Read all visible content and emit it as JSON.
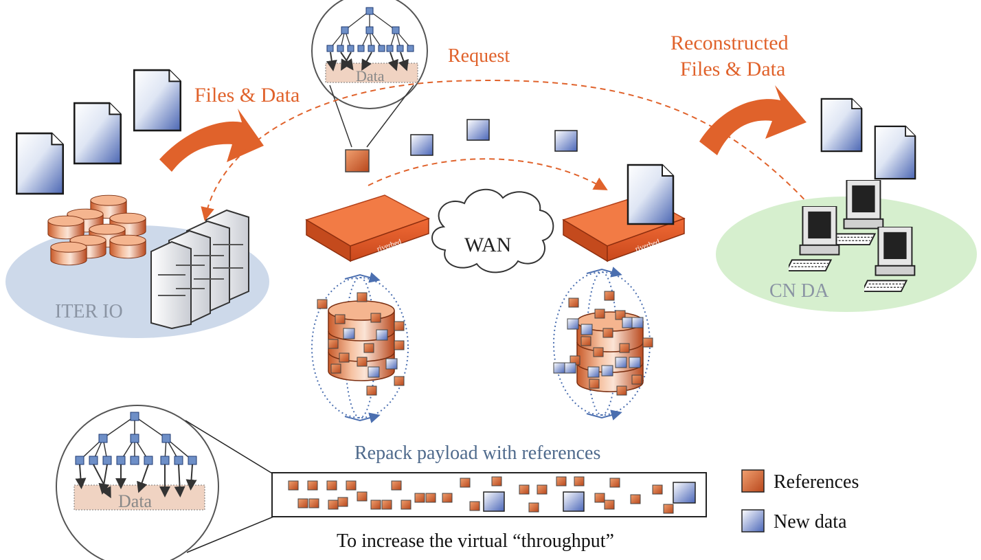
{
  "labels": {
    "files_data": "Files & Data",
    "request": "Request",
    "reconstructed_line1": "Reconstructed",
    "reconstructed_line2": "Files & Data",
    "wan": "WAN",
    "iter_io": "ITER  IO",
    "cn_da": "CN DA",
    "repack": "Repack payload with references",
    "throughput": "To increase the virtual “throughput”",
    "tree_data_top": "Data",
    "tree_data_bottom": "Data",
    "appliance_brand_left": "riverbed",
    "appliance_brand_right": "riverbed"
  },
  "legend": {
    "references": "References",
    "new_data": "New data"
  },
  "colors": {
    "accent_orange": "#e0622b",
    "reference_block": "#d2693a",
    "new_data_block": "#7d95cc",
    "text_blue": "#4f6a8c",
    "ellipse_blue": "#cbd8ea",
    "ellipse_green": "#d6efce"
  },
  "icons": [
    "document-icon",
    "database-icon",
    "server-rack-icon",
    "wan-optimizer-icon",
    "cloud-icon",
    "workstation-icon",
    "tree-index-icon"
  ]
}
